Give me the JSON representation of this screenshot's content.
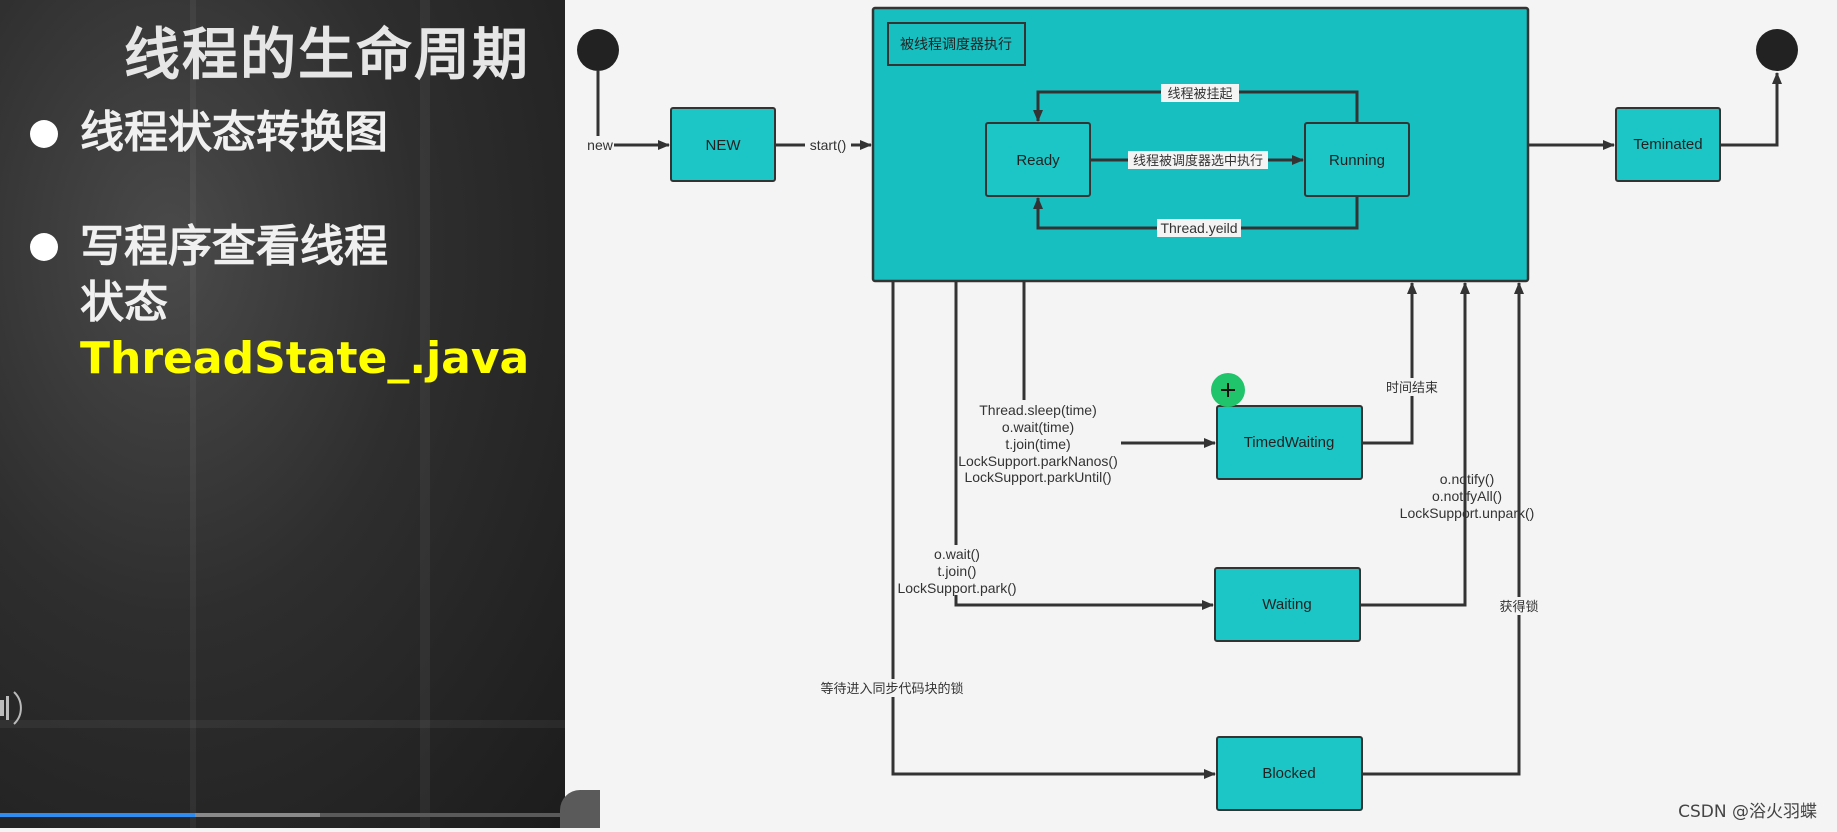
{
  "slide": {
    "title": "线程的生命周期",
    "bullets": [
      {
        "lines": [
          "线程状态转换图"
        ]
      },
      {
        "lines": [
          "写程序查看线程",
          "状态"
        ],
        "filename": "ThreadState_.java"
      }
    ]
  },
  "diagram": {
    "scheduler_label": "被线程调度器执行",
    "states": {
      "new": "NEW",
      "ready": "Ready",
      "running": "Running",
      "terminated": "Teminated",
      "timed_waiting": "TimedWaiting",
      "waiting": "Waiting",
      "blocked": "Blocked"
    },
    "edges": {
      "new": "new",
      "start": "start()",
      "suspended": "线程被挂起",
      "selected": "线程被调度器选中执行",
      "yield": "Thread.yeild",
      "timed_calls": [
        "Thread.sleep(time)",
        "o.wait(time)",
        "t.join(time)",
        "LockSupport.parkNanos()",
        "LockSupport.parkUntil()"
      ],
      "time_up": "时间结束",
      "wait_calls": [
        "o.wait()",
        "t.join()",
        "LockSupport.park()"
      ],
      "notify_calls": [
        "o.notify()",
        "o.notifyAll()",
        "LockSupport.unpark()"
      ],
      "acquire_lock": "获得锁",
      "wait_sync": "等待进入同步代码块的锁"
    },
    "colors": {
      "state_fill": "#1dc6c6",
      "container_fill": "#17bfc0",
      "cursor_marker": "#20c46a"
    }
  },
  "watermark": "CSDN @浴火羽蝶"
}
